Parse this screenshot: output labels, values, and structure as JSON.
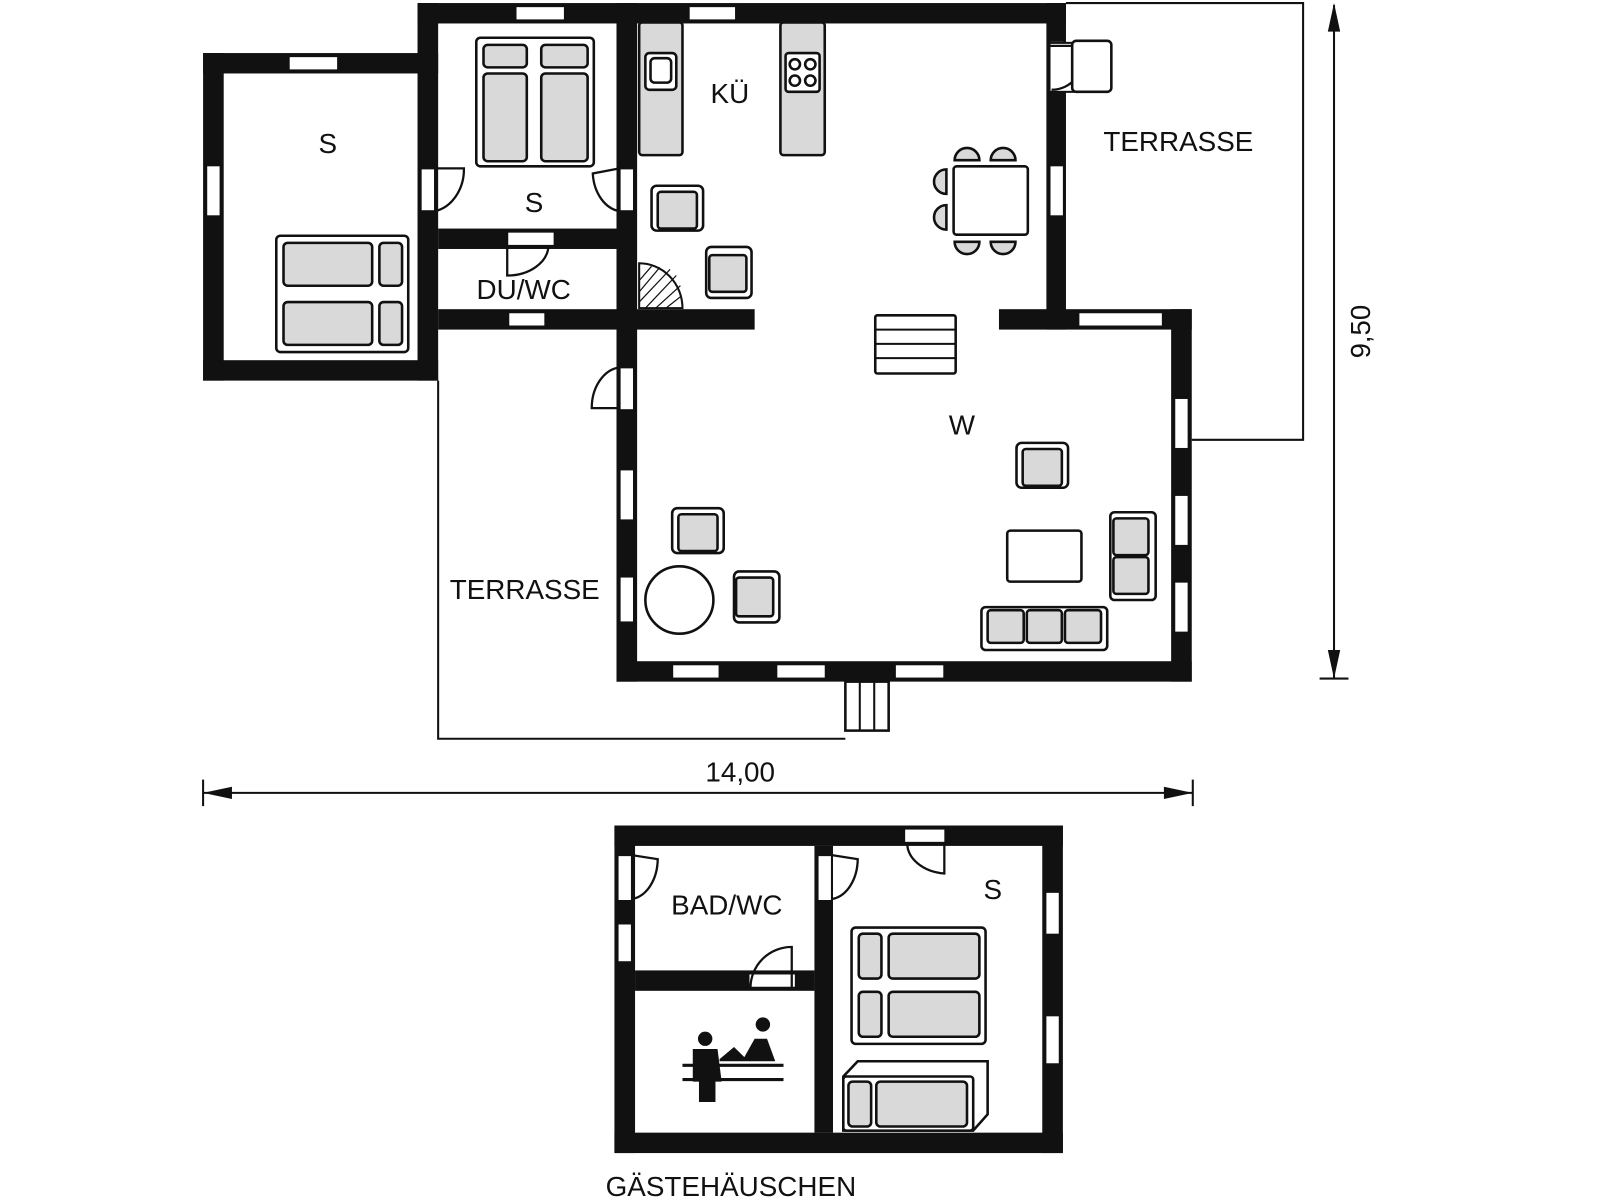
{
  "rooms": {
    "bedroom_1": "S",
    "bedroom_2": "S",
    "kitchen": "KÜ",
    "shower_wc": "DU/WC",
    "living": "W",
    "terrace_east": "TERRASSE",
    "terrace_west": "TERRASSE",
    "guest_bath": "BAD/WC",
    "guest_bedroom": "S"
  },
  "dimensions": {
    "width": "14,00",
    "depth": "9,50"
  },
  "guesthouse_title": "GÄSTEHÄUSCHEN",
  "colors": {
    "wall": "#111111",
    "furniture": "#d9d9d9"
  }
}
